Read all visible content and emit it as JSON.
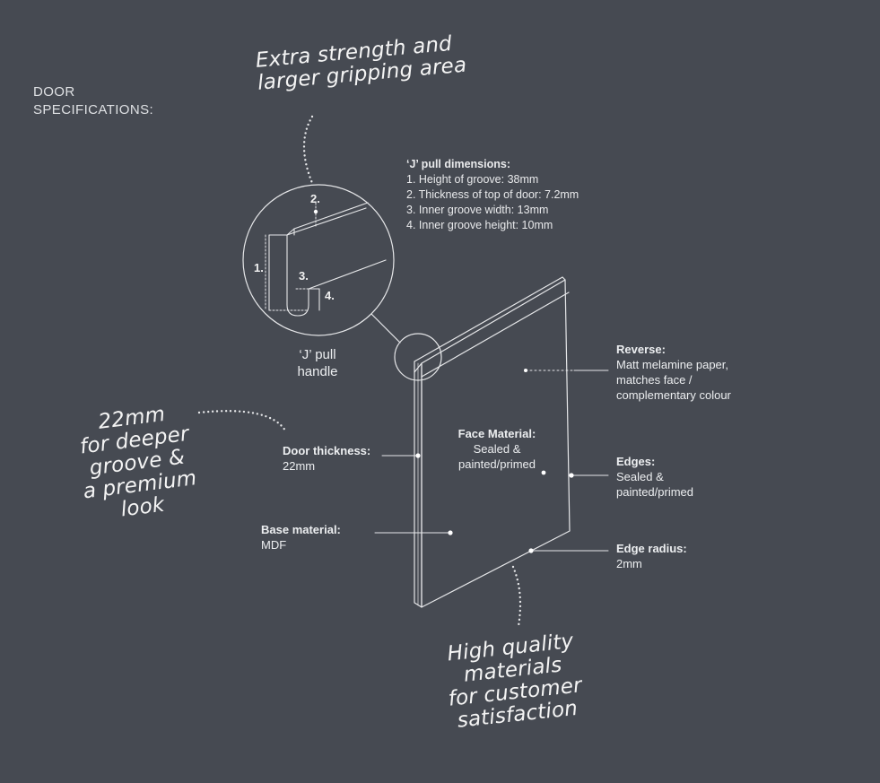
{
  "heading": {
    "line1": "DOOR",
    "line2": "SPECIFICATIONS:"
  },
  "callouts": {
    "strength": {
      "line1": "Extra strength and",
      "line2": "larger gripping area"
    },
    "groove": {
      "line1": "22mm",
      "line2": "for deeper",
      "line3": "groove &",
      "line4": "a premium",
      "line5": "look"
    },
    "quality": {
      "line1": "High quality",
      "line2": "materials",
      "line3": "for customer",
      "line4": "satisfaction"
    }
  },
  "j_pull": {
    "title": "‘J’ pull dimensions:",
    "items": [
      "1.  Height of groove: 38mm",
      "2.  Thickness of top of door: 7.2mm",
      "3.  Inner groove width: 13mm",
      "4.  Inner groove height: 10mm"
    ],
    "handle_label_line1": "‘J’ pull",
    "handle_label_line2": "handle",
    "markers": [
      "1.",
      "2.",
      "3.",
      "4."
    ]
  },
  "labels": {
    "reverse": {
      "title": "Reverse:",
      "l1": "Matt melamine paper,",
      "l2": "matches face /",
      "l3": "complementary colour"
    },
    "face": {
      "title": "Face Material:",
      "l1": "Sealed &",
      "l2": "painted/primed"
    },
    "thickness": {
      "title": "Door thickness:",
      "l1": "22mm"
    },
    "edges": {
      "title": "Edges:",
      "l1": "Sealed &",
      "l2": "painted/primed"
    },
    "base": {
      "title": "Base material:",
      "l1": "MDF"
    },
    "radius": {
      "title": "Edge radius:",
      "l1": "2mm"
    }
  },
  "colors": {
    "background": "#464a52",
    "line": "#e6e7e9",
    "text": "#eceef0"
  }
}
